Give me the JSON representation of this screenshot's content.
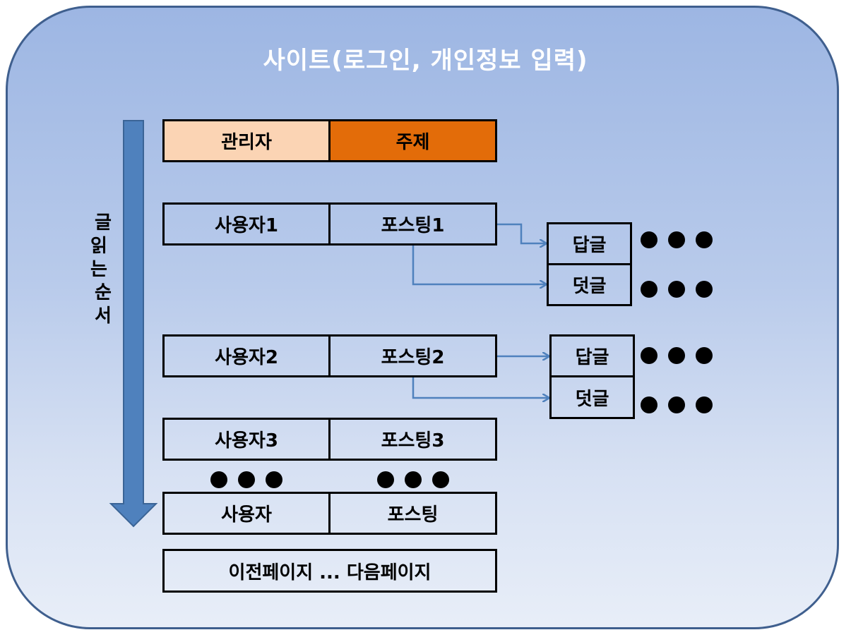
{
  "title": "사이트(로그인, 개인정보 입력)",
  "read_order_label": [
    "글",
    "읽는",
    "순",
    "서"
  ],
  "header": {
    "admin": "관리자",
    "subject": "주제"
  },
  "rows": [
    {
      "user": "사용자1",
      "post": "포스팅1"
    },
    {
      "user": "사용자2",
      "post": "포스팅2"
    },
    {
      "user": "사용자3",
      "post": "포스팅3"
    },
    {
      "user": "사용자",
      "post": "포스팅"
    }
  ],
  "replies": [
    {
      "reply": "답글",
      "comment": "덧글"
    },
    {
      "reply": "답글",
      "comment": "덧글"
    }
  ],
  "pagination": "이전페이지 ... 다음페이지",
  "colors": {
    "admin_fill": "#fbd4b4",
    "subject_fill": "#e36c09",
    "arrow": "#4f81bd",
    "connector": "#4f81bd"
  }
}
